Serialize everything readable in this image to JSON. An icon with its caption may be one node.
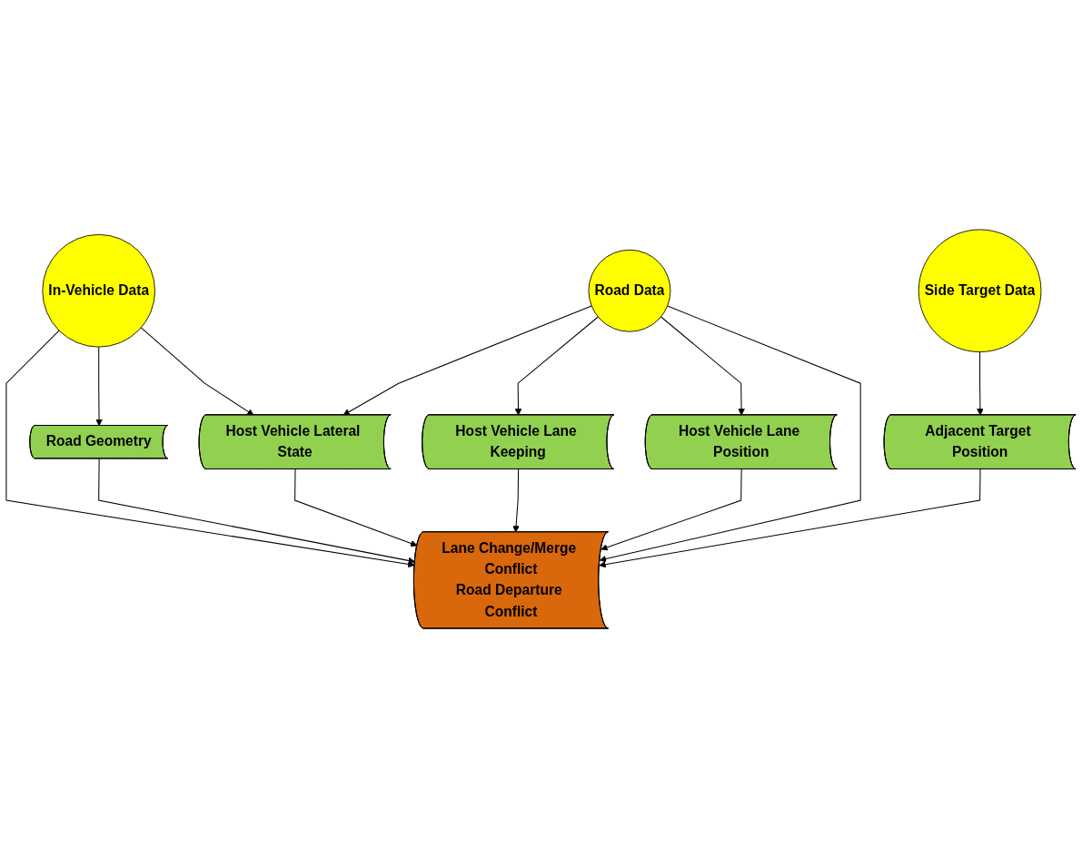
{
  "diagram": {
    "nodes": [
      {
        "text": [
          "In-Vehicle Data"
        ]
      },
      {
        "text": [
          "Road Data"
        ]
      },
      {
        "text": [
          "Side Target Data"
        ]
      },
      {
        "text": [
          "Road Geometry"
        ]
      },
      {
        "text": [
          "Host Vehicle Lateral State"
        ]
      },
      {
        "text": [
          "Host Vehicle Lane Keeping"
        ]
      },
      {
        "text": [
          "Host Vehicle Lane Position"
        ]
      },
      {
        "text": [
          "Adjacent Target Position"
        ]
      },
      {
        "text": [
          "Lane Change/Merge Conflict",
          "Road Departure Conflict"
        ]
      }
    ],
    "edges": [
      {
        "from": 0,
        "to": 3,
        "arrow": "to"
      },
      {
        "from": 0,
        "to": 4,
        "arrow": "to"
      },
      {
        "from": 1,
        "to": 4,
        "arrow": "to"
      },
      {
        "from": 1,
        "to": 5,
        "arrow": "to"
      },
      {
        "from": 1,
        "to": 6,
        "arrow": "to"
      },
      {
        "from": 2,
        "to": 7,
        "arrow": "to"
      },
      {
        "from": 0,
        "to": 8,
        "arrow": "to"
      },
      {
        "from": 3,
        "to": 8,
        "arrow": "to"
      },
      {
        "from": 4,
        "to": 8,
        "arrow": "to"
      },
      {
        "from": 5,
        "to": 8,
        "arrow": "to"
      },
      {
        "from": 6,
        "to": 8,
        "arrow": "to"
      },
      {
        "from": 1,
        "to": 8,
        "arrow": "to"
      },
      {
        "from": 7,
        "to": 8,
        "arrow": "to"
      }
    ]
  }
}
